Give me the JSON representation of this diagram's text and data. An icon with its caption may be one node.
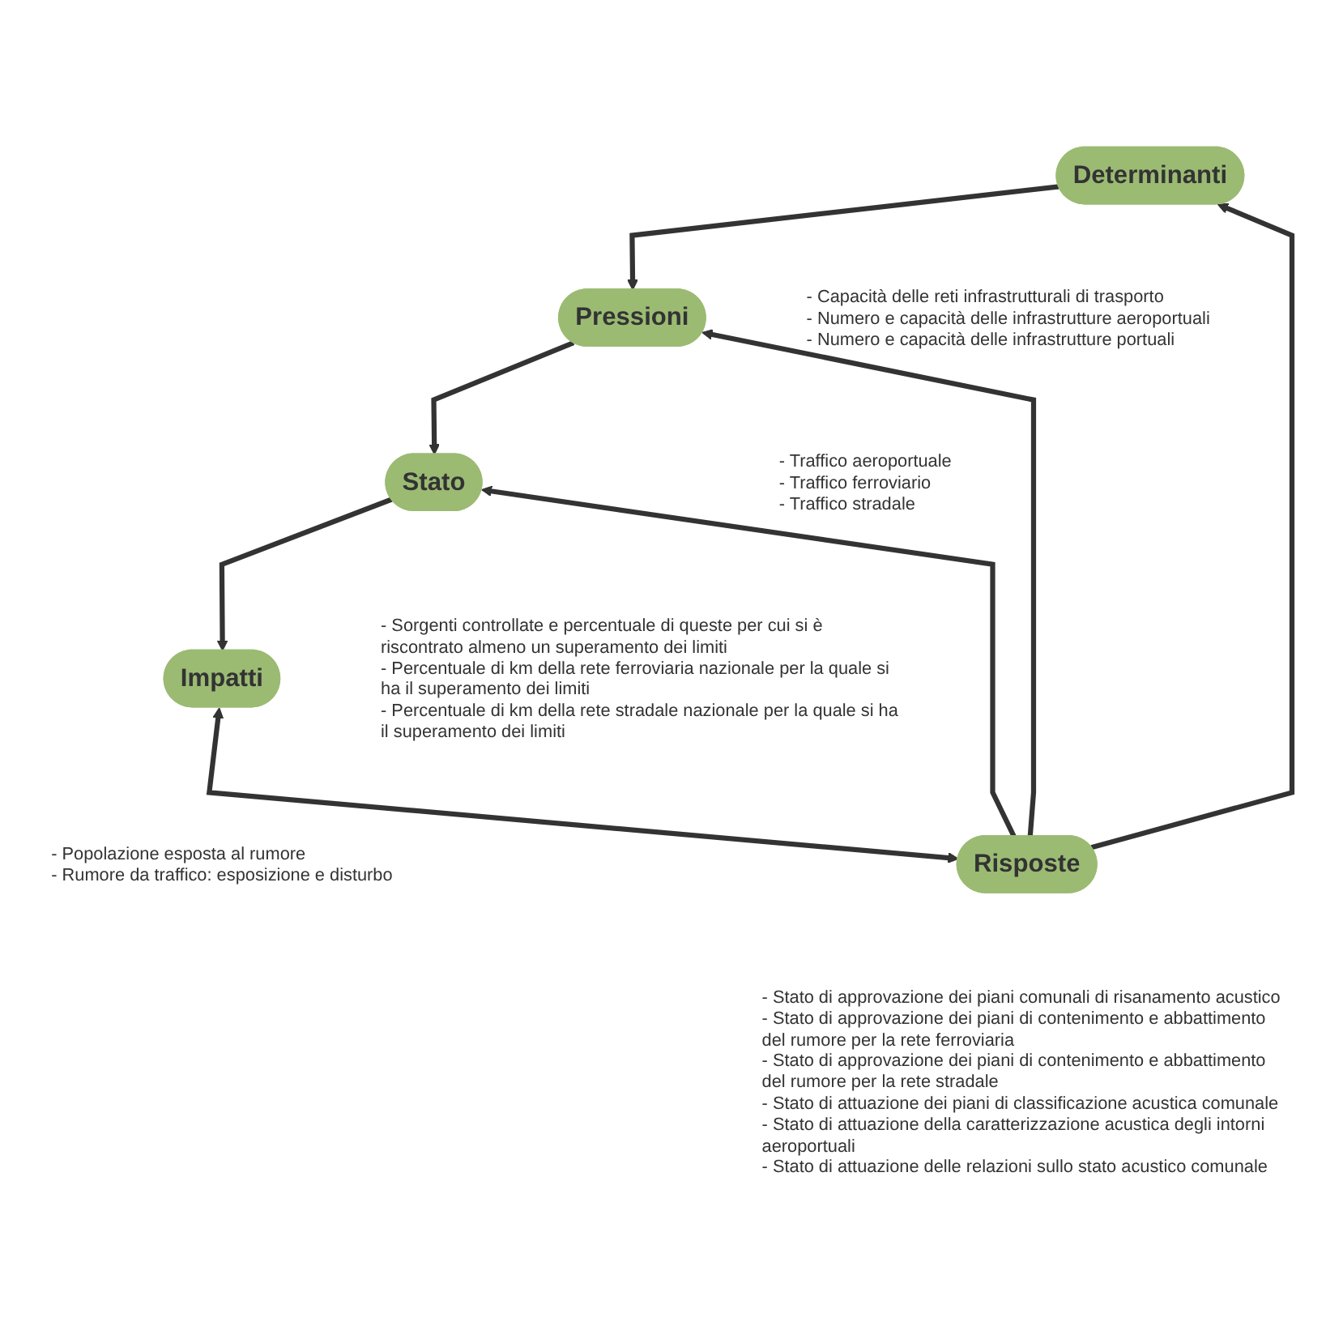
{
  "diagram": {
    "nodes": [
      {
        "text": [
          "Determinanti"
        ],
        "beside": [
          "- Capacità delle reti infrastrutturali di trasporto",
          "- Numero e capacità delle infrastrutture aeroportuali",
          "- Numero e capacità delle infrastrutture portuali"
        ]
      },
      {
        "text": [
          "Risposte"
        ],
        "beside": [
          "- Stato di approvazione dei piani comunali di risanamento acustico",
          "- Stato di approvazione dei piani di contenimento e abbattimento del rumore per la rete ferroviaria",
          "- Stato di approvazione dei piani di contenimento e abbattimento del rumore per la rete stradale",
          "- Stato di attuazione dei piani di classificazione acustica comunale",
          "- Stato di attuazione della caratterizzazione acustica degli intorni aeroportuali",
          "- Stato di attuazione delle relazioni sullo stato acustico comunale"
        ]
      },
      {
        "text": [
          "Pressioni"
        ],
        "beside": [
          "- Traffico aeroportuale",
          "- Traffico ferroviario",
          "- Traffico stradale"
        ]
      },
      {
        "text": [
          "Impatti"
        ],
        "beside": [
          "- Popolazione esposta al rumore",
          "- Rumore da traffico: esposizione e disturbo"
        ]
      },
      {
        "text": [
          "Stato"
        ],
        "beside": [
          "- Sorgenti controllate e percentuale di queste per cui si è riscontrato almeno un superamento dei limiti",
          "- Percentuale di km della rete ferroviaria nazionale per la quale si ha il superamento dei limiti",
          "- Percentuale di km della rete stradale nazionale per la quale si ha il superamento dei limiti"
        ]
      }
    ],
    "edges": [
      {
        "from": 1,
        "to": 0,
        "arrow": "to"
      },
      {
        "from": 0,
        "to": 2,
        "arrow": "to"
      },
      {
        "from": 1,
        "to": 2,
        "arrow": "to"
      },
      {
        "from": 1,
        "to": 4,
        "arrow": "to"
      },
      {
        "from": 2,
        "to": 4,
        "arrow": "to"
      },
      {
        "from": 4,
        "to": 3,
        "arrow": "to"
      },
      {
        "from": 3,
        "to": 1,
        "arrow": "both"
      }
    ]
  }
}
